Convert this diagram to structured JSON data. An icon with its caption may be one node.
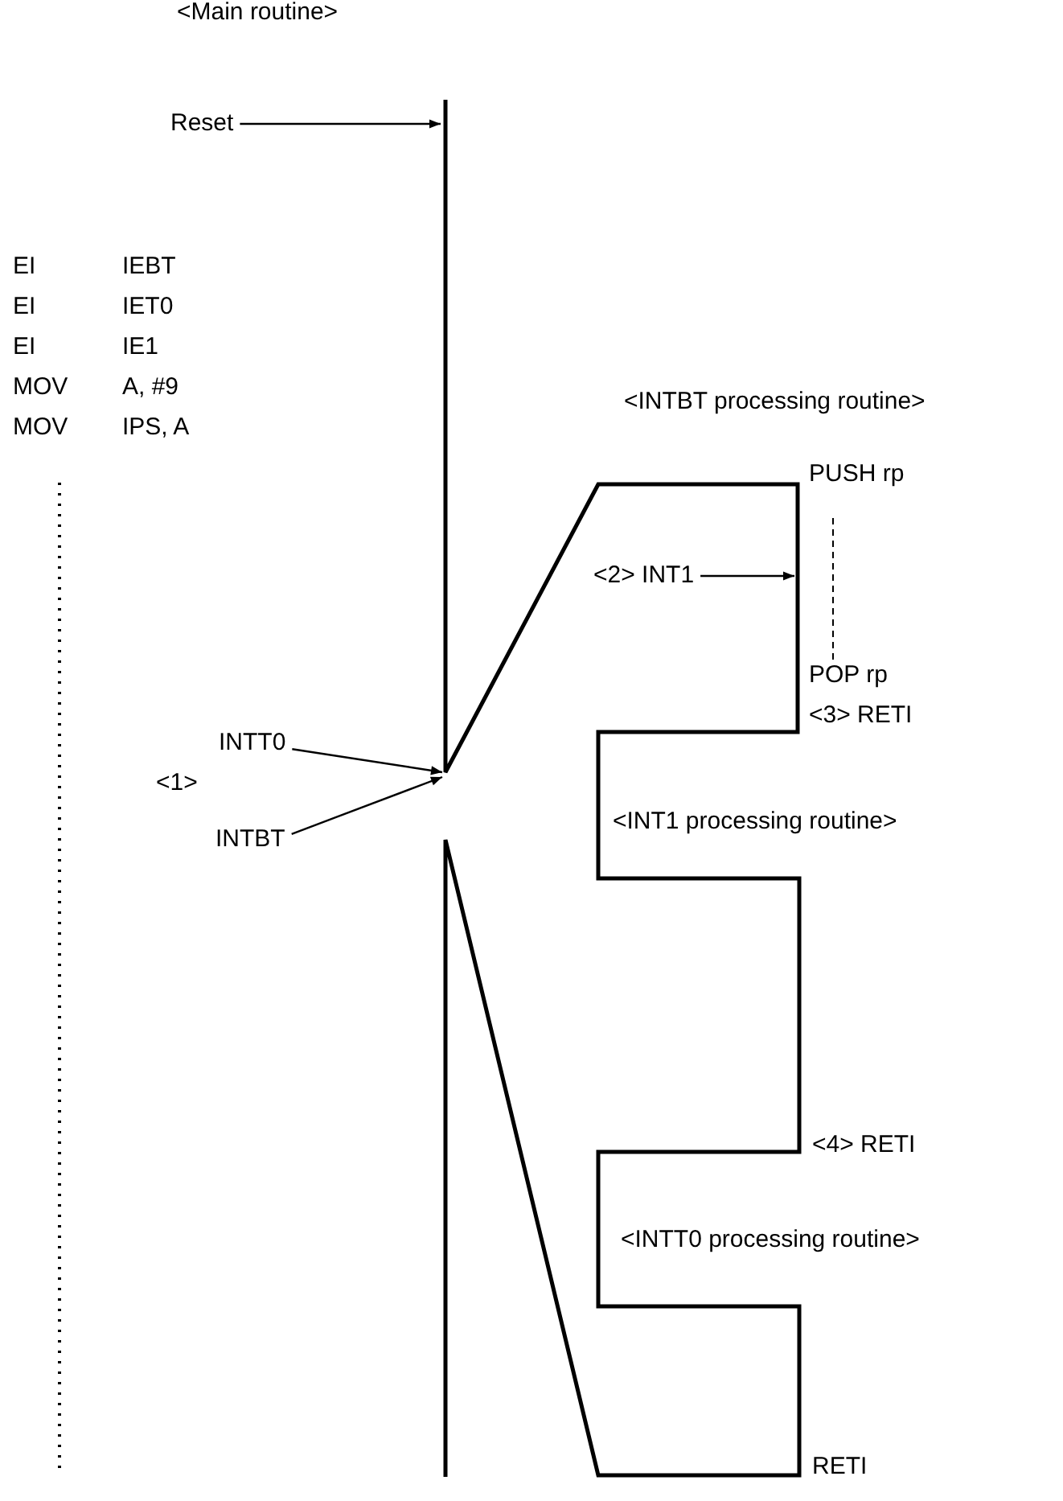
{
  "diagram": {
    "nodes": [
      {
        "text": [
          "Reset"
        ]
      },
      {
        "text": [
          "<2> INT1"
        ]
      },
      {
        "text": [
          "INTT0"
        ]
      },
      {
        "text": [
          "INTBT"
        ]
      }
    ],
    "edges": [
      {
        "from": 0,
        "to": null,
        "arrow": "to"
      },
      {
        "from": 1,
        "to": null,
        "arrow": "to"
      },
      {
        "from": 2,
        "to": null,
        "arrow": "to"
      },
      {
        "from": 3,
        "to": null,
        "arrow": "to"
      }
    ],
    "labels": [
      "<Main routine>",
      "EI",
      "IEBT",
      "EI",
      "IET0",
      "EI",
      "IE1",
      "MOV",
      "A, #9",
      "MOV",
      "IPS, A",
      "<INTBT processing routine>",
      "PUSH rp",
      "POP rp",
      "<3> RETI",
      "<1>",
      "<INT1 processing routine>",
      "<4> RETI",
      "<INTT0 processing routine>",
      "RETI"
    ]
  }
}
